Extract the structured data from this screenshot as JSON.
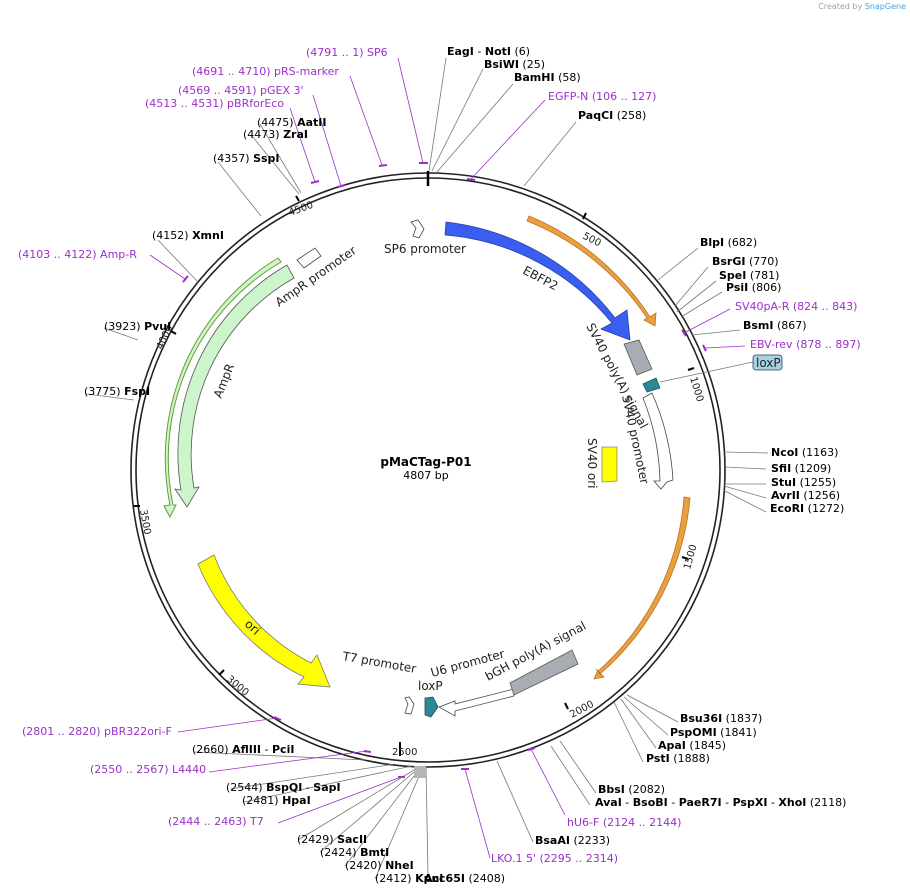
{
  "credit": {
    "prefix": "Created by",
    "brand": "SnapGene"
  },
  "plasmid": {
    "name": "pMaCTag-P01",
    "length_label": "4807 bp",
    "length": 4807
  },
  "ticks": [
    "500",
    "1000",
    "1500",
    "2000",
    "2500",
    "3000",
    "3500",
    "4000",
    "4500"
  ],
  "sites": [
    {
      "parts": [
        "EagI",
        " - ",
        "NotI"
      ],
      "pos": "(6)"
    },
    {
      "parts": [
        "BsiWI"
      ],
      "pos": "(25)"
    },
    {
      "parts": [
        "BamHI"
      ],
      "pos": "(58)"
    },
    {
      "parts": [
        "PaqCI"
      ],
      "pos": "(258)"
    },
    {
      "parts": [
        "BlpI"
      ],
      "pos": "(682)"
    },
    {
      "parts": [
        "BsrGI"
      ],
      "pos": "(770)"
    },
    {
      "parts": [
        "SpeI"
      ],
      "pos": "(781)"
    },
    {
      "parts": [
        "PsiI"
      ],
      "pos": "(806)"
    },
    {
      "parts": [
        "BsmI"
      ],
      "pos": "(867)"
    },
    {
      "parts": [
        "NcoI"
      ],
      "pos": "(1163)"
    },
    {
      "parts": [
        "SfiI"
      ],
      "pos": "(1209)"
    },
    {
      "parts": [
        "StuI"
      ],
      "pos": "(1255)"
    },
    {
      "parts": [
        "AvrII"
      ],
      "pos": "(1256)"
    },
    {
      "parts": [
        "EcoRI"
      ],
      "pos": "(1272)"
    },
    {
      "parts": [
        "Bsu36I"
      ],
      "pos": "(1837)"
    },
    {
      "parts": [
        "PspOMI"
      ],
      "pos": "(1841)"
    },
    {
      "parts": [
        "ApaI"
      ],
      "pos": "(1845)"
    },
    {
      "parts": [
        "PstI"
      ],
      "pos": "(1888)"
    },
    {
      "parts": [
        "BbsI"
      ],
      "pos": "(2082)"
    },
    {
      "parts": [
        "AvaI",
        " - ",
        "BsoBI",
        " - ",
        "PaeR7I",
        " - ",
        "PspXI",
        " - ",
        "XhoI"
      ],
      "pos": "(2118)"
    },
    {
      "parts": [
        "BsaAI"
      ],
      "pos": "(2233)"
    },
    {
      "parts": [
        "Acc65I"
      ],
      "pos": "(2408)"
    },
    {
      "parts": [
        "KpnI"
      ],
      "pos": "(2412)"
    },
    {
      "parts": [
        "NheI"
      ],
      "pos": "(2420)"
    },
    {
      "parts": [
        "BmtI"
      ],
      "pos": "(2424)"
    },
    {
      "parts": [
        "SacII"
      ],
      "pos": "(2429)"
    },
    {
      "parts": [
        "HpaI"
      ],
      "pos": "(2481)"
    },
    {
      "parts": [
        "BspQI",
        " - ",
        "SapI"
      ],
      "pos": "(2544)"
    },
    {
      "parts": [
        "AflIII",
        " - ",
        "PciI"
      ],
      "pos": "(2660)"
    },
    {
      "parts": [
        "FspI"
      ],
      "pos": "(3775)"
    },
    {
      "parts": [
        "PvuI"
      ],
      "pos": "(3923)"
    },
    {
      "parts": [
        "XmnI"
      ],
      "pos": "(4152)"
    },
    {
      "parts": [
        "SspI"
      ],
      "pos": "(4357)"
    },
    {
      "parts": [
        "ZraI"
      ],
      "pos": "(4473)"
    },
    {
      "parts": [
        "AatII"
      ],
      "pos": "(4475)"
    }
  ],
  "primers": [
    {
      "text": "(4791 .. 1)  SP6"
    },
    {
      "text": "(4691 .. 4710)  pRS-marker"
    },
    {
      "text": "(4569 .. 4591)  pGEX 3'"
    },
    {
      "text": "(4513 .. 4531)  pBRforEco"
    },
    {
      "text": "EGFP-N    (106 .. 127)"
    },
    {
      "text": "SV40pA-R    (824 .. 843)"
    },
    {
      "text": "EBV-rev    (878 .. 897)"
    },
    {
      "text": "(4103 .. 4122)  Amp-R"
    },
    {
      "text": "(2801 .. 2820)  pBR322ori-F"
    },
    {
      "text": "(2550 .. 2567)  L4440"
    },
    {
      "text": "(2444 .. 2463)  T7"
    },
    {
      "text": "hU6-F    (2124 .. 2144)"
    },
    {
      "text": "LKO.1 5'    (2295 .. 2314)"
    }
  ],
  "features": {
    "sp6": "SP6 promoter",
    "ebfp2": "EBFP2",
    "sv40pa": "SV40 poly(A) signal",
    "loxp_top": "loxP",
    "sv40prom": "SV40 promoter",
    "sv40ori": "SV40 ori",
    "ampr_prom": "AmpR promoter",
    "ampr": "AmpR",
    "ori": "ori",
    "t7": "T7 promoter",
    "u6": "U6 promoter",
    "bgh": "bGH poly(A) signal",
    "loxp_bottom": "loxP"
  },
  "colors": {
    "ebfp2": "#3a5ef0",
    "sv40ori": "#ffff00",
    "ori": "#ffff00",
    "ampr": "#ccf5cc",
    "signal": "#a8adb3",
    "loxp": "#2e8796",
    "primer": "#9b30c8",
    "orange": "#e8a040"
  }
}
